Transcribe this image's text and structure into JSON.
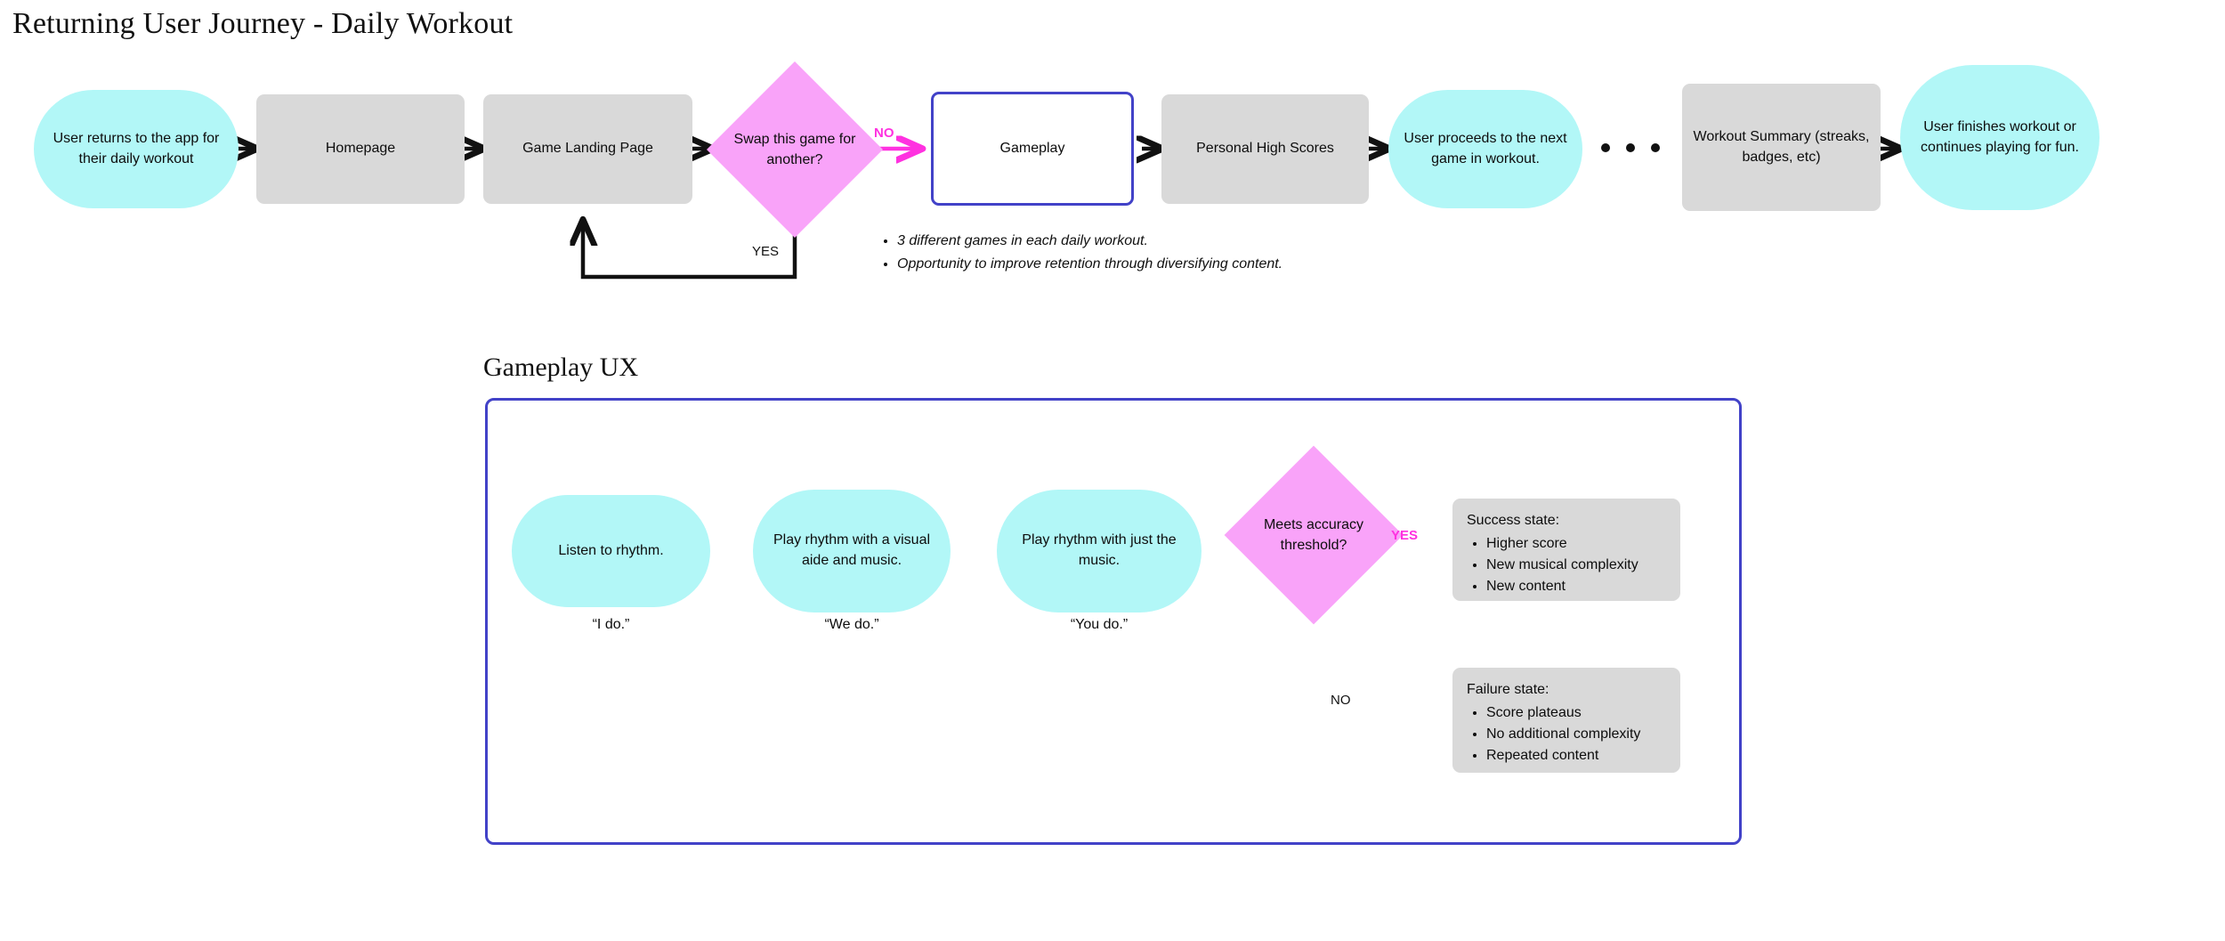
{
  "page": {
    "title": "Returning User Journey - Daily Workout",
    "section_title": "Gameplay UX"
  },
  "colors": {
    "cyan_fill": "#b2f7f7",
    "gray_fill": "#d9d9d9",
    "pink_fill": "#f9a3f9",
    "magenta_accent": "#ff31e0",
    "indigo_border": "#4242c8",
    "edge_black": "#111111"
  },
  "top_flow": {
    "nodes": [
      {
        "id": "user-returns",
        "label": "User returns to the app for their daily workout",
        "shape": "pill",
        "fill": "cyan"
      },
      {
        "id": "homepage",
        "label": "Homepage",
        "shape": "rect",
        "fill": "gray"
      },
      {
        "id": "game-landing-page",
        "label": "Game Landing Page",
        "shape": "rect",
        "fill": "gray"
      },
      {
        "id": "swap-game-decision",
        "label": "Swap this game for another?",
        "shape": "diamond",
        "fill": "pink"
      },
      {
        "id": "gameplay",
        "label": "Gameplay",
        "shape": "rect",
        "fill": "outline"
      },
      {
        "id": "personal-high-scores",
        "label": "Personal High Scores",
        "shape": "rect",
        "fill": "gray"
      },
      {
        "id": "user-proceeds",
        "label": "User proceeds to the next game in workout.",
        "shape": "pill",
        "fill": "cyan"
      },
      {
        "id": "workout-summary",
        "label": "Workout Summary (streaks, badges, etc)",
        "shape": "rect",
        "fill": "gray"
      },
      {
        "id": "user-finishes",
        "label": "User finishes workout or continues playing for fun.",
        "shape": "pill",
        "fill": "cyan"
      }
    ],
    "edge_labels": {
      "no": "NO",
      "yes": "YES"
    },
    "notes": [
      "3 different games in each daily workout.",
      "Opportunity to improve retention through diversifying content."
    ]
  },
  "gameplay_ux": {
    "nodes": [
      {
        "id": "listen-to-rhythm",
        "label": "Listen to rhythm.",
        "caption": "“I do.”"
      },
      {
        "id": "play-with-visual-aide",
        "label": "Play rhythm with a visual aide and music.",
        "caption": "“We do.”"
      },
      {
        "id": "play-with-music",
        "label": "Play rhythm with just the music.",
        "caption": "“You do.”"
      }
    ],
    "decision": {
      "id": "accuracy-threshold",
      "label": "Meets accuracy threshold?"
    },
    "edge_labels": {
      "yes": "YES",
      "no": "NO"
    },
    "success_state": {
      "title": "Success state:",
      "items": [
        "Higher score",
        "New musical complexity",
        "New content"
      ]
    },
    "failure_state": {
      "title": "Failure state:",
      "items": [
        "Score plateaus",
        "No additional complexity",
        "Repeated content"
      ]
    }
  }
}
